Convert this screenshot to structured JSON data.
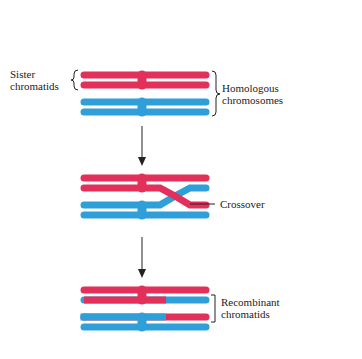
{
  "diagram": {
    "labels": [
      "Sister chromatids",
      "Homologous chromosomes",
      "Crossover",
      "Recombinant chromatids"
    ]
  }
}
